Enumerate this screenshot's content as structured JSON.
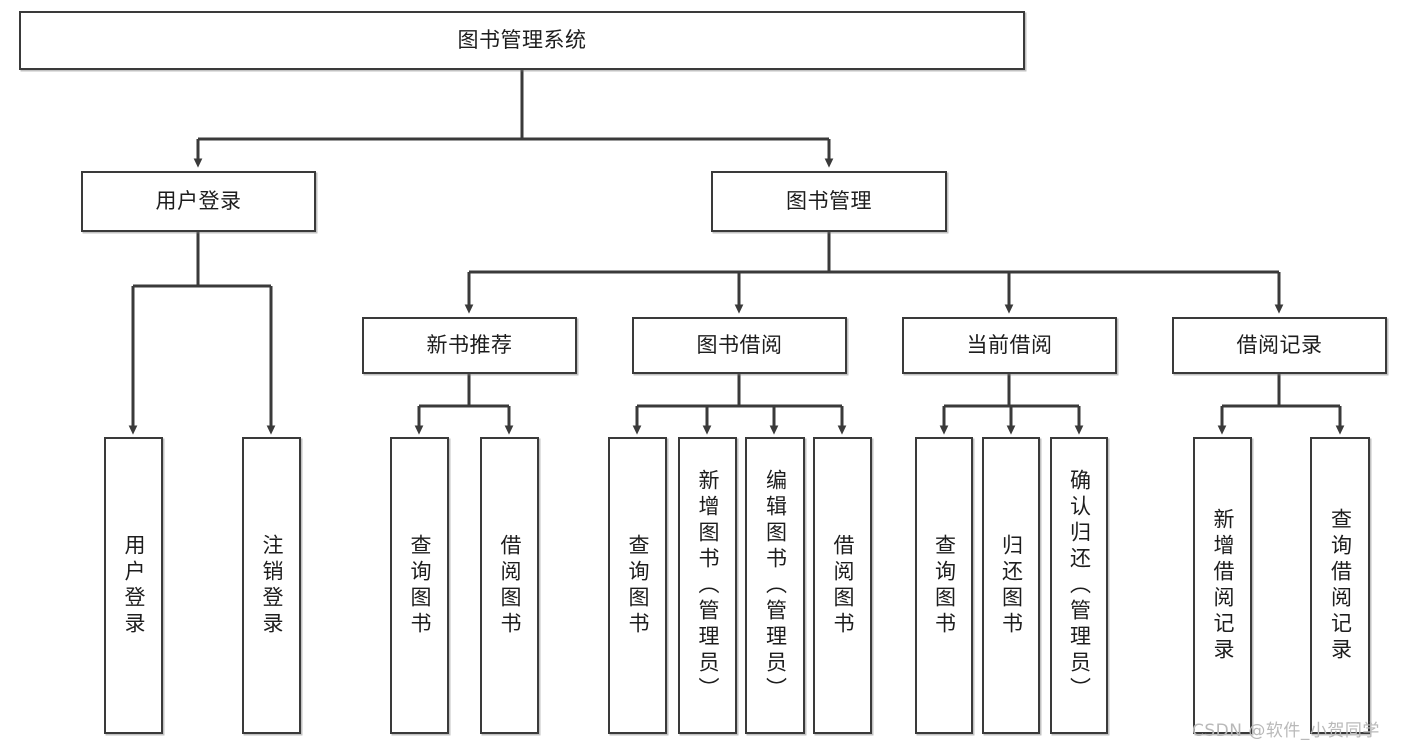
{
  "diagram": {
    "title": "图书管理系统",
    "root": {
      "label": "图书管理系统"
    },
    "level2": [
      {
        "label": "用户登录"
      },
      {
        "label": "图书管理"
      }
    ],
    "level3": [
      {
        "label": "新书推荐"
      },
      {
        "label": "图书借阅"
      },
      {
        "label": "当前借阅"
      },
      {
        "label": "借阅记录"
      }
    ],
    "leaves": {
      "user_login": [
        {
          "label": "用户登录"
        },
        {
          "label": "注销登录"
        }
      ],
      "new_book_recommend": [
        {
          "label": "查询图书"
        },
        {
          "label": "借阅图书"
        }
      ],
      "book_borrow": [
        {
          "label": "查询图书"
        },
        {
          "label": "新增图书（管理员）"
        },
        {
          "label": "编辑图书（管理员）"
        },
        {
          "label": "借阅图书"
        }
      ],
      "current_borrow": [
        {
          "label": "查询图书"
        },
        {
          "label": "归还图书"
        },
        {
          "label": "确认归还（管理员）"
        }
      ],
      "borrow_records": [
        {
          "label": "新增借阅记录"
        },
        {
          "label": "查询借阅记录"
        }
      ]
    }
  },
  "watermark": {
    "text": "CSDN @软件_小贺同学"
  },
  "colors": {
    "border": "#3a3a3a",
    "text": "#1d1d1d",
    "background": "#ffffff",
    "watermark": "#b9b9b9"
  }
}
